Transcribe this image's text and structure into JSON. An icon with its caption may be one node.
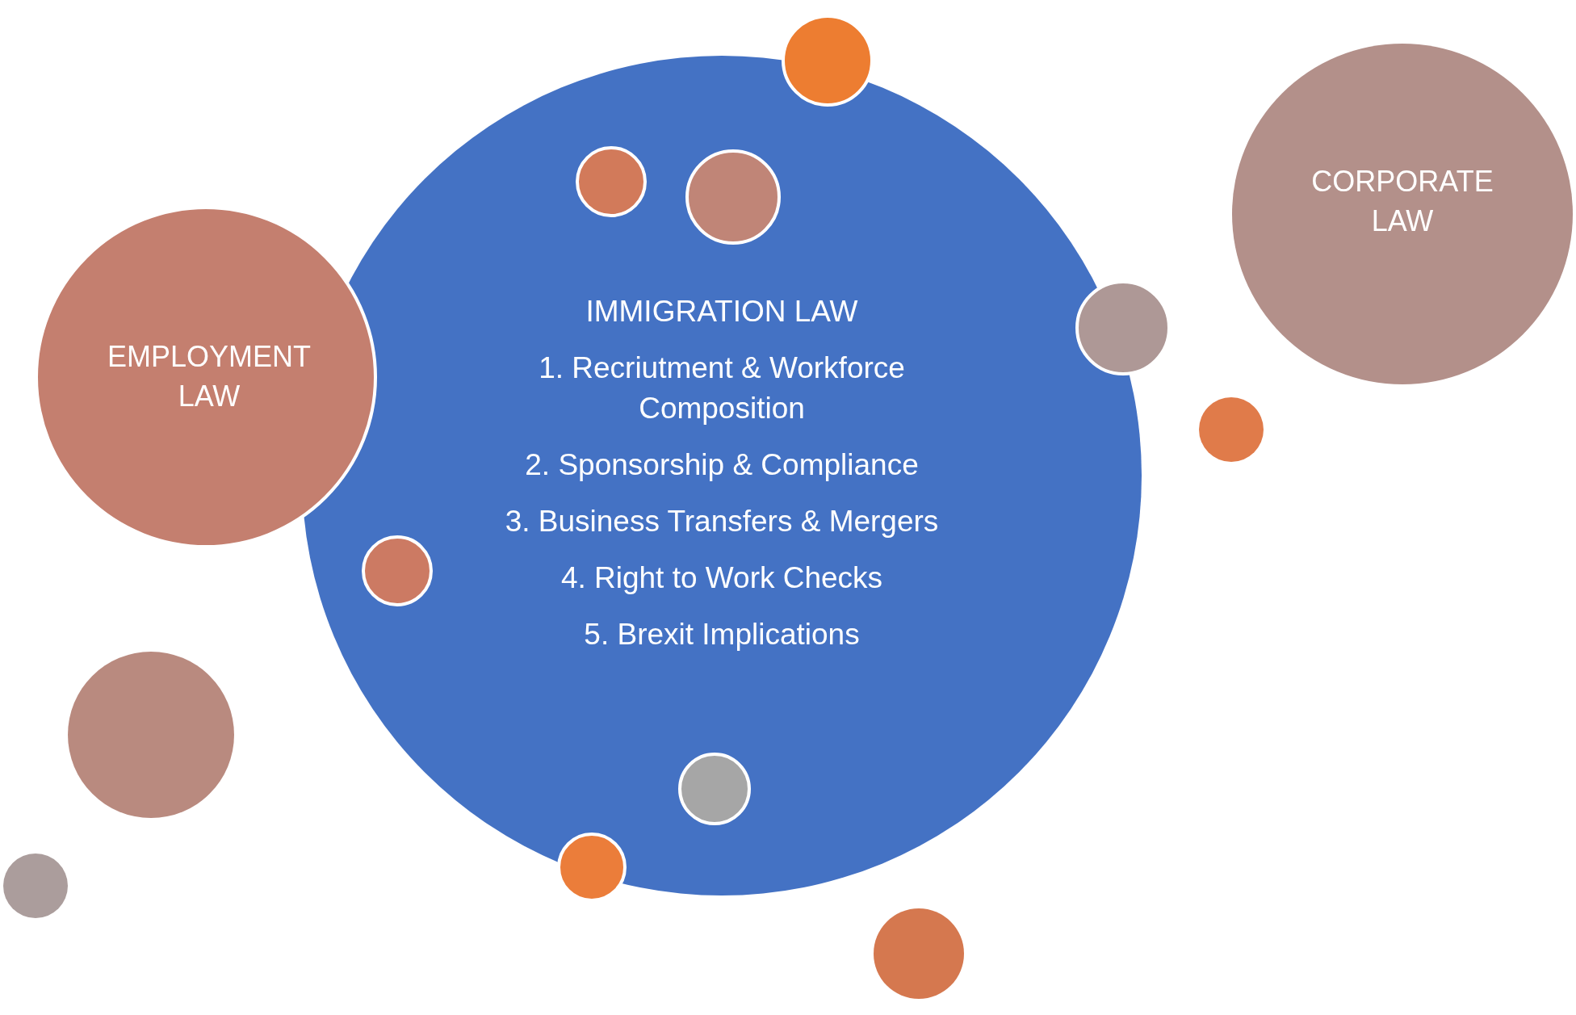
{
  "diagram": {
    "nodes": [
      {
        "text": [
          "IMMIGRATION LAW",
          "1. Recriutment & Workforce Composition",
          "2. Sponsorship & Compliance",
          "3. Business Transfers & Mergers",
          "4. Right to Work Checks",
          "5. Brexit Implications"
        ]
      },
      {
        "text": [
          "EMPLOYMENT LAW"
        ]
      },
      {
        "text": [
          "CORPORATE LAW"
        ]
      },
      {
        "text": [],
        "shape": "circle"
      },
      {
        "text": [],
        "shape": "circle",
        "in": 0
      },
      {
        "text": [],
        "shape": "circle",
        "in": 0
      },
      {
        "text": [],
        "shape": "circle"
      },
      {
        "text": [],
        "shape": "circle"
      },
      {
        "text": [],
        "shape": "circle",
        "in": 0
      },
      {
        "text": [],
        "shape": "circle"
      },
      {
        "text": [],
        "shape": "circle",
        "in": 0
      },
      {
        "text": [],
        "shape": "circle"
      },
      {
        "text": [],
        "shape": "circle"
      },
      {
        "text": [],
        "shape": "circle"
      }
    ]
  }
}
